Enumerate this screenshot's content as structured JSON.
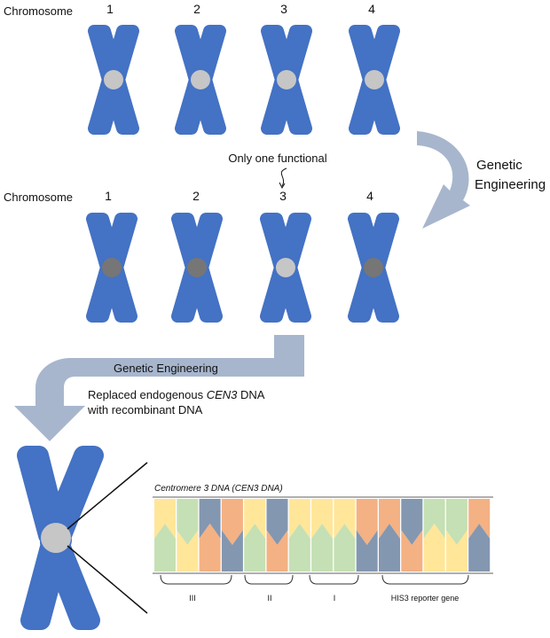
{
  "row1": {
    "label": "Chromosome",
    "numbers": [
      "1",
      "2",
      "3",
      "4"
    ]
  },
  "row2": {
    "label": "Chromosome",
    "numbers": [
      "1",
      "2",
      "3",
      "4"
    ],
    "annotation": "Only one functional"
  },
  "curved_arrow": {
    "label_line1": "Genetic",
    "label_line2": "Engineering"
  },
  "bottom_arrow": {
    "title": "Genetic Engineering",
    "desc_prefix": "Replaced endogenous ",
    "desc_italic": "CEN3",
    "desc_suffix": " DNA",
    "desc_line2": "with recombinant DNA"
  },
  "dna_panel": {
    "title": "Centromere 3 DNA (CEN3 DNA)",
    "brackets": [
      "III",
      "II",
      "I",
      "HIS3 reporter gene"
    ]
  },
  "colors": {
    "chromosome": "#4472c4",
    "centromere_functional": "#c6c6c6",
    "centromere_nonfunctional": "#767676",
    "arrow": "#a7b6cd",
    "yellow": "#ffe699",
    "green": "#c5e0b4",
    "slate": "#8497b0",
    "orange": "#f4b183"
  }
}
